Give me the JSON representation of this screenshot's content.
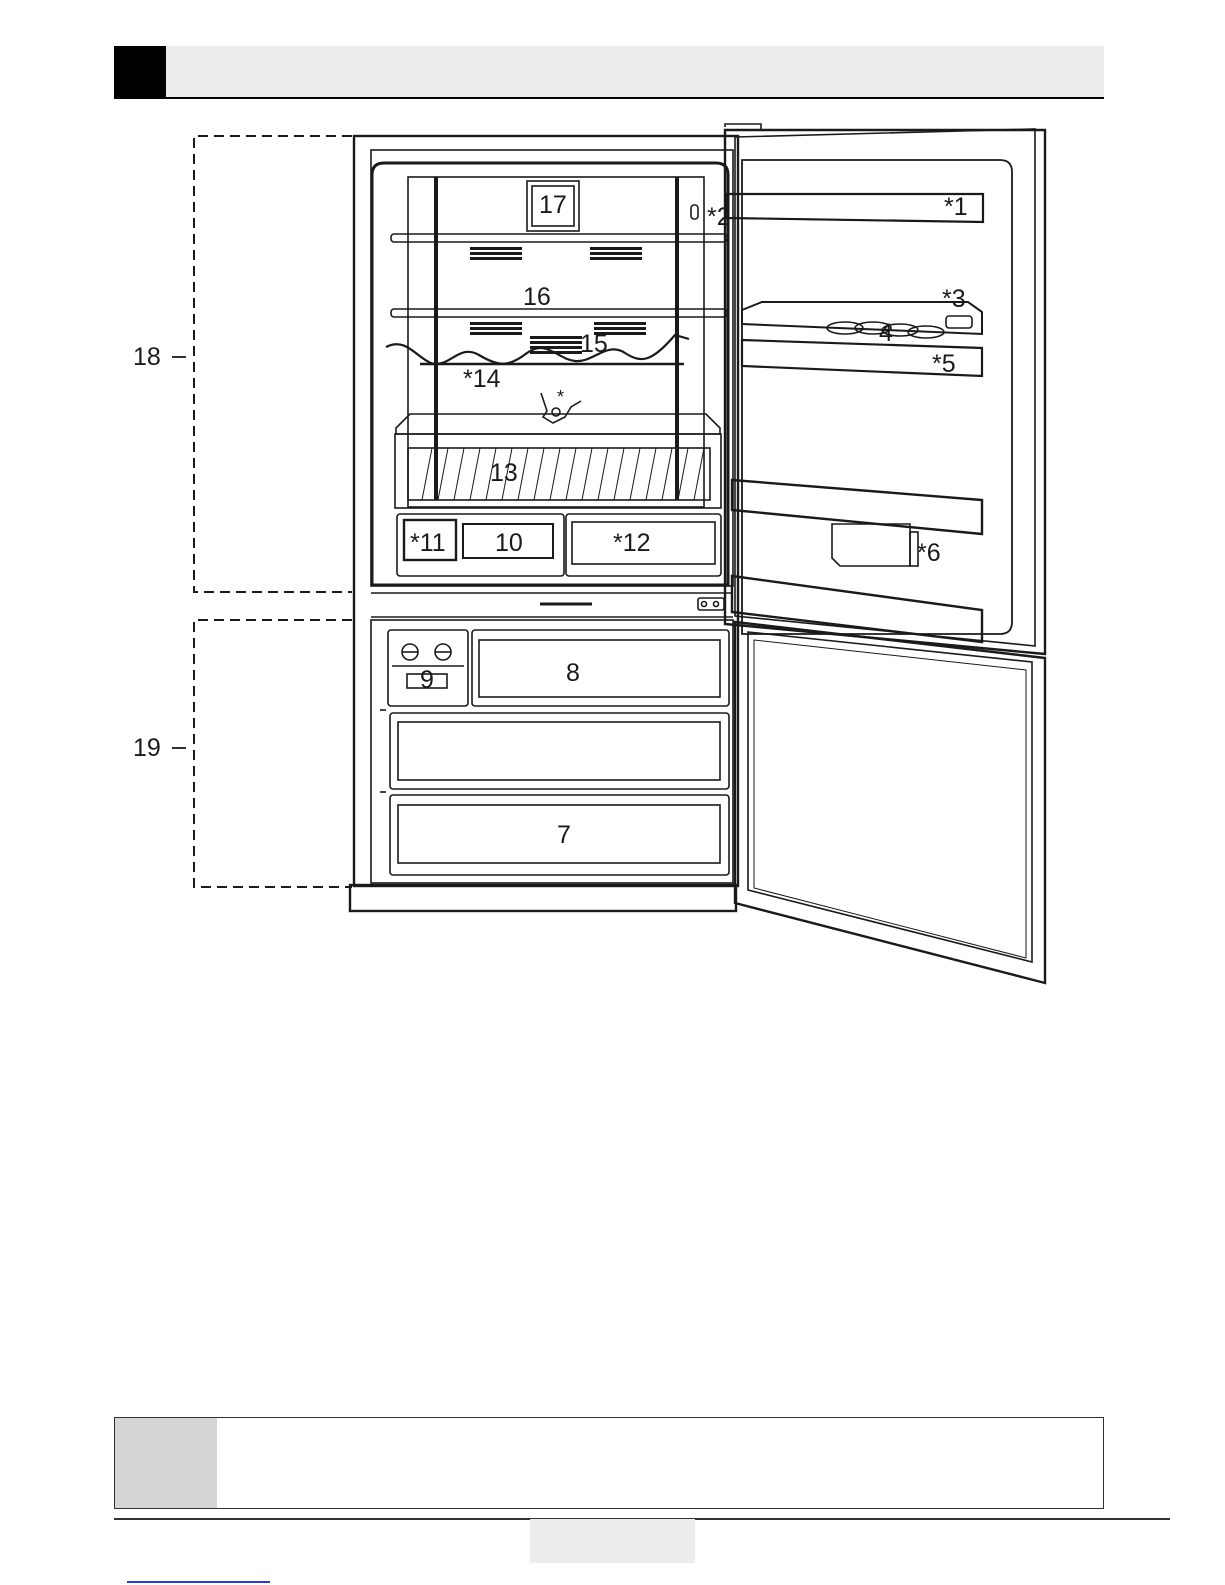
{
  "diagram": {
    "callouts": {
      "c1": "*1",
      "c2": "*2",
      "c3": "*3",
      "c4": "4",
      "c5": "*5",
      "c6": "*6",
      "c7": "7",
      "c8": "8",
      "c9": "9",
      "c10": "10",
      "c11": "*11",
      "c12": "*12",
      "c13": "13",
      "c14": "*14",
      "c15": "15",
      "c16": "16",
      "c17": "17",
      "c18": "18",
      "c19": "19",
      "star": "*"
    }
  },
  "colors": {
    "header_black": "#000000",
    "header_grey": "#ececec",
    "note_grey": "#d4d4d4",
    "link_blue": "#2a3dd8"
  }
}
